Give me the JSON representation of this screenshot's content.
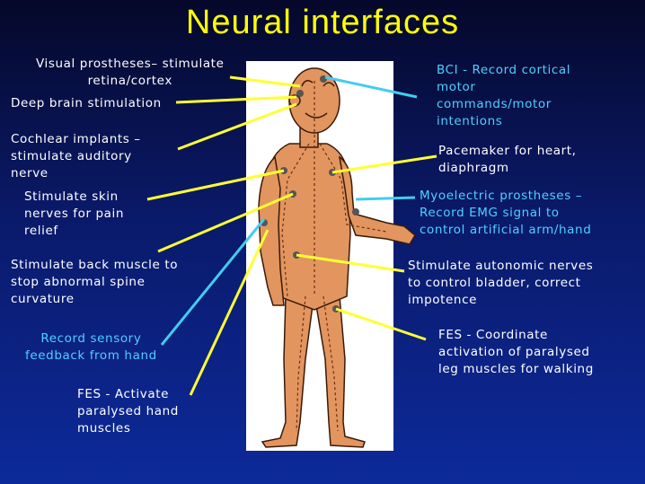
{
  "title": "Neural interfaces",
  "colors": {
    "title": "#ffff00",
    "yellow_line": "#ffff33",
    "cyan_line": "#44ccee",
    "cyan_text": "#4fd0ff",
    "panel": "#ffffff",
    "skin": "#e2955f",
    "nerve": "#6b2e10"
  },
  "labels": {
    "visual": "Visual prostheses– stimulate\nretina/cortex",
    "deep_brain": "Deep brain stimulation",
    "cochlear": "Cochlear implants –\nstimulate auditory\nnerve",
    "skin_nerves": "Stimulate skin\nnerves for pain\nrelief",
    "back_muscle": "Stimulate back muscle to\nstop abnormal spine\ncurvature",
    "sensory": "Record sensory\nfeedback from hand",
    "fes_hand": "FES - Activate\nparalysed hand\nmuscles",
    "bci": "BCI - Record cortical\nmotor\ncommands/motor\nintentions",
    "pacemaker": "Pacemaker for heart,\ndiaphragm",
    "myoelectric": "Myoelectric prostheses –\nRecord EMG signal to\ncontrol artificial arm/hand",
    "autonomic": "Stimulate autonomic nerves\nto control bladder, correct\nimpotence",
    "fes_leg": "FES - Coordinate\nactivation of paralysed\nleg muscles for walking"
  }
}
